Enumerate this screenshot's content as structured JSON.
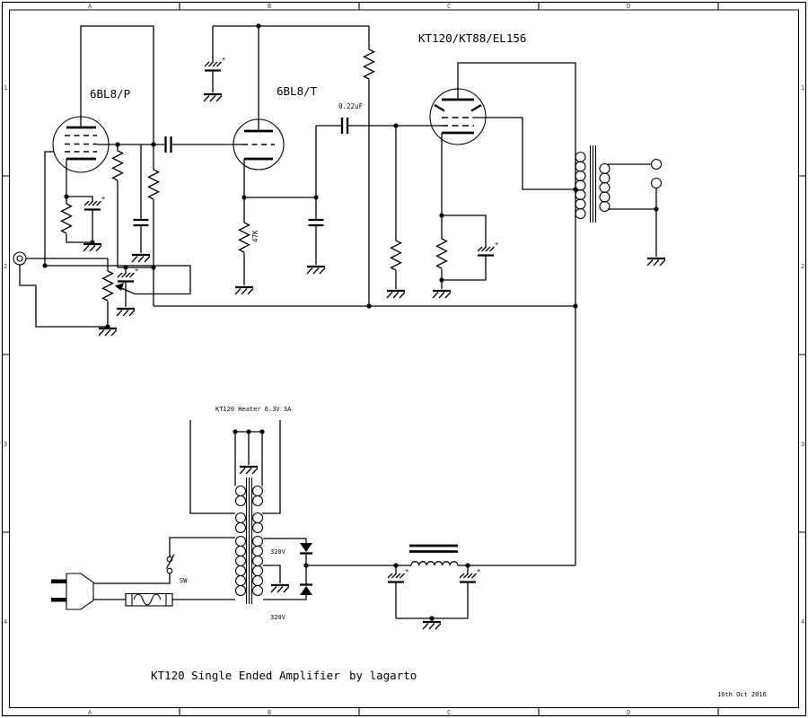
{
  "frame": {
    "cols": [
      "A",
      "B",
      "C",
      "D"
    ],
    "rows": [
      "1",
      "2",
      "3",
      "4"
    ]
  },
  "labels": {
    "tube1": "6BL8/P",
    "tube2": "6BL8/T",
    "tube3": "KT120/KT88/EL156",
    "coupling_cap": "0.22uF",
    "cathode_resistor": "47K",
    "heater_note": "KT120 Heater 6.3V 3A",
    "switch": "SW",
    "hv_winding_top": "320V",
    "hv_winding_bottom": "320V"
  },
  "title": {
    "main": "KT120 Single Ended Amplifier",
    "byline": "by lagarto",
    "date": "16th Oct 2016"
  },
  "colors": {
    "line": "#000000",
    "background": "#ffffff",
    "frame_label": "#444444"
  }
}
